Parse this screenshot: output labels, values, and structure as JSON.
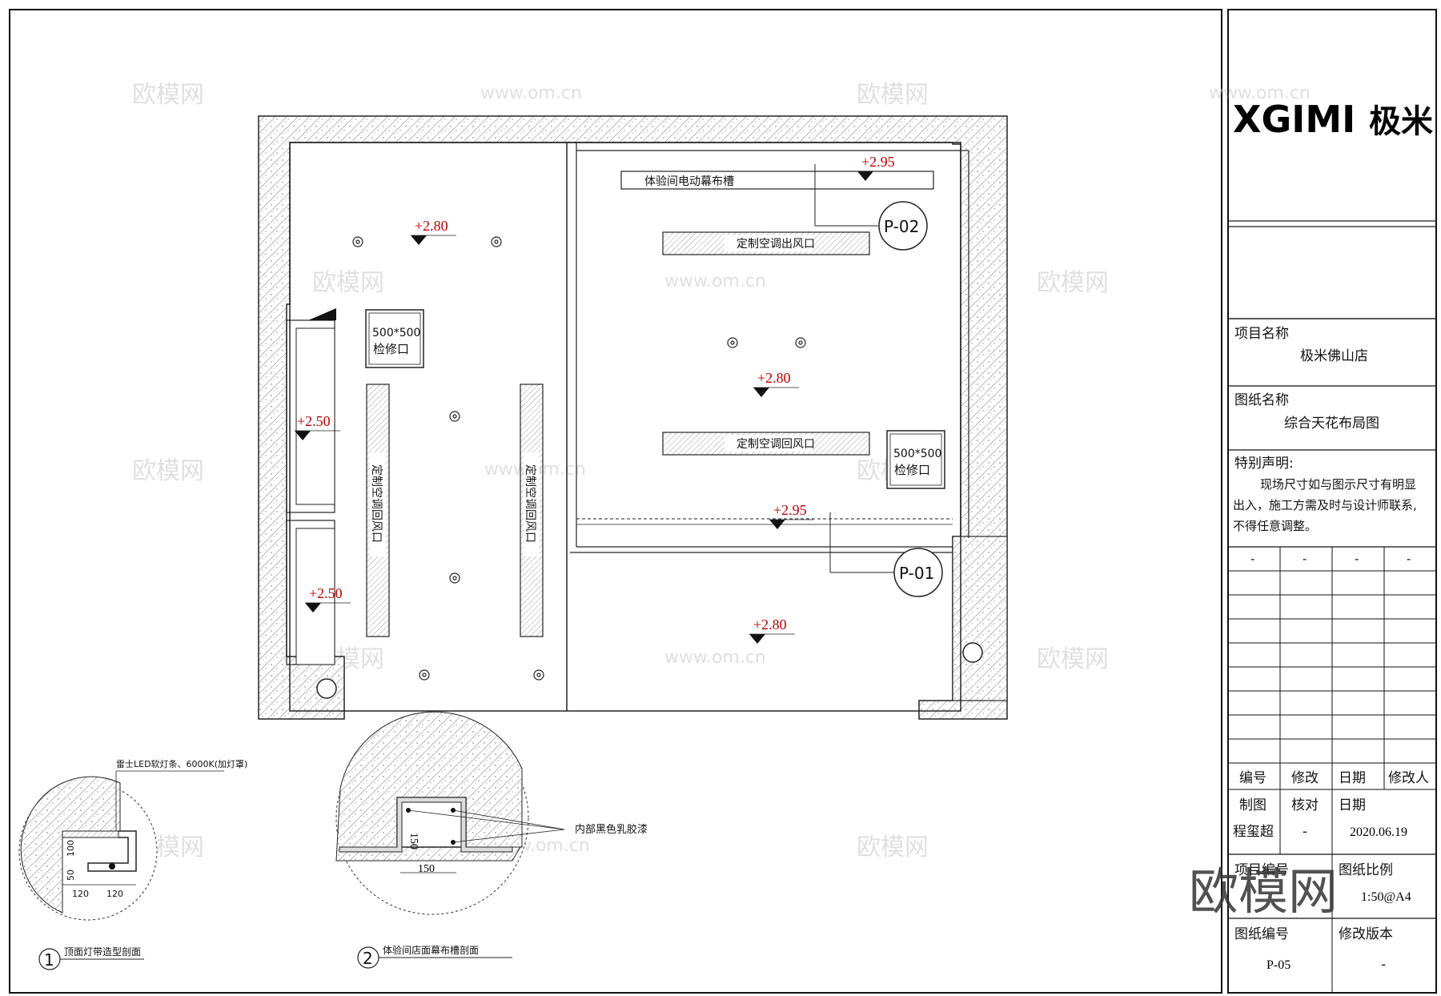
{
  "brand": {
    "logo_text": "XGIMI",
    "logo_cn": "极米"
  },
  "title_block": {
    "project_label": "项目名称",
    "project_value": "极米佛山店",
    "drawing_label": "图纸名称",
    "drawing_value": "综合天花布局图",
    "notice_label": "特别声明:",
    "notice_lines": [
      "现场尺寸如与图示尺寸有明显",
      "出入，施工方需及时与设计师联系,",
      "不得任意调整。"
    ],
    "dash_row": [
      "-",
      "-",
      "-",
      "-"
    ],
    "rev_headers": [
      "编号",
      "修改",
      "日期",
      "修改人"
    ],
    "drawn_label": "制图",
    "check_label": "核对",
    "date_label": "日期",
    "drawn_value": "程玺超",
    "check_value": "-",
    "date_value": "2020.06.19",
    "project_no_label": "项目编号",
    "scale_label": "图纸比例",
    "scale_value": "1:50@A4",
    "sheet_no_label": "图纸编号",
    "sheet_no_value": "P-05",
    "version_label": "修改版本",
    "version_value": "-"
  },
  "plan": {
    "levels": [
      "+2.80",
      "+2.95",
      "+2.50",
      "+2.50",
      "+2.80",
      "+2.95",
      "+2.80"
    ],
    "curtain_track": "体验间电动幕布槽",
    "ac_outlet": "定制空调出风口",
    "ac_return_h": "定制空调回风口",
    "ac_return_v1": "定制空调回风口",
    "ac_return_v2": "定制空调回风口",
    "access_size_1": "500*500",
    "access_label_1": "检修口",
    "access_size_2": "500*500",
    "access_label_2": "检修口",
    "callout_p02": "P-02",
    "callout_p01": "P-01"
  },
  "details": {
    "d1_note": "雷士LED软灯条、6000K(加灯罩)",
    "d1_dims": [
      "100",
      "50",
      "120",
      "120"
    ],
    "d1_number": "1",
    "d1_title": "顶面灯带造型剖面",
    "d2_note": "内部黑色乳胶漆",
    "d2_dims": [
      "150",
      "150"
    ],
    "d2_number": "2",
    "d2_title": "体验间店面幕布槽剖面"
  },
  "watermarks": {
    "logo": "欧模网",
    "site": "www.om.cn",
    "big": "欧模网"
  }
}
